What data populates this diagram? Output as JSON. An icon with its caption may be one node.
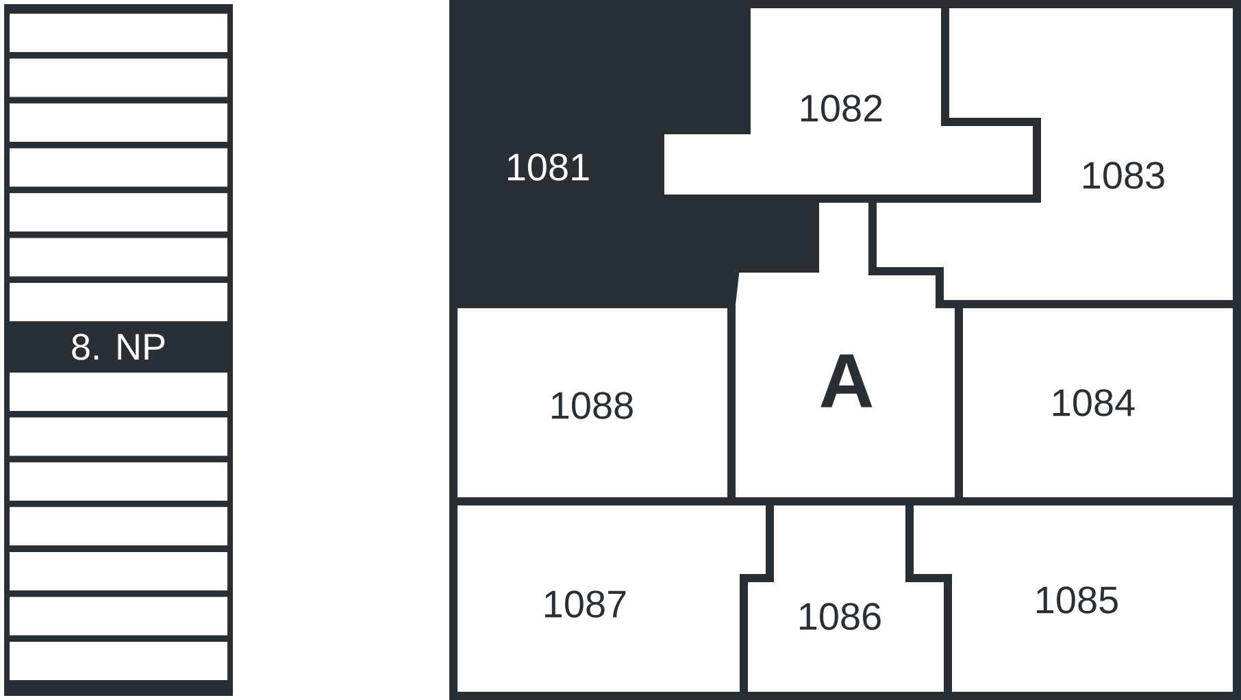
{
  "diagram": {
    "nodes": [
      {
        "text": [],
        "shape": "bar"
      },
      {
        "text": [],
        "shape": "bar"
      },
      {
        "text": [],
        "shape": "bar"
      },
      {
        "text": [],
        "shape": "bar"
      },
      {
        "text": [],
        "shape": "bar"
      },
      {
        "text": [],
        "shape": "bar"
      },
      {
        "text": [],
        "shape": "bar"
      },
      {
        "text": [
          "8. NP"
        ]
      },
      {
        "text": [],
        "shape": "bar"
      },
      {
        "text": [],
        "shape": "bar"
      },
      {
        "text": [],
        "shape": "bar"
      },
      {
        "text": [],
        "shape": "bar"
      },
      {
        "text": [],
        "shape": "bar"
      },
      {
        "text": [],
        "shape": "bar"
      },
      {
        "text": [],
        "shape": "bar"
      },
      {
        "text": [
          "1081"
        ]
      },
      {
        "text": [
          "1082"
        ]
      },
      {
        "text": [
          "1083"
        ]
      },
      {
        "text": [
          "A"
        ]
      },
      {
        "text": [
          "1088"
        ]
      },
      {
        "text": [
          "1084"
        ]
      },
      {
        "text": [
          "1087"
        ]
      },
      {
        "text": [
          "1086"
        ]
      },
      {
        "text": [
          "1085"
        ]
      }
    ]
  }
}
